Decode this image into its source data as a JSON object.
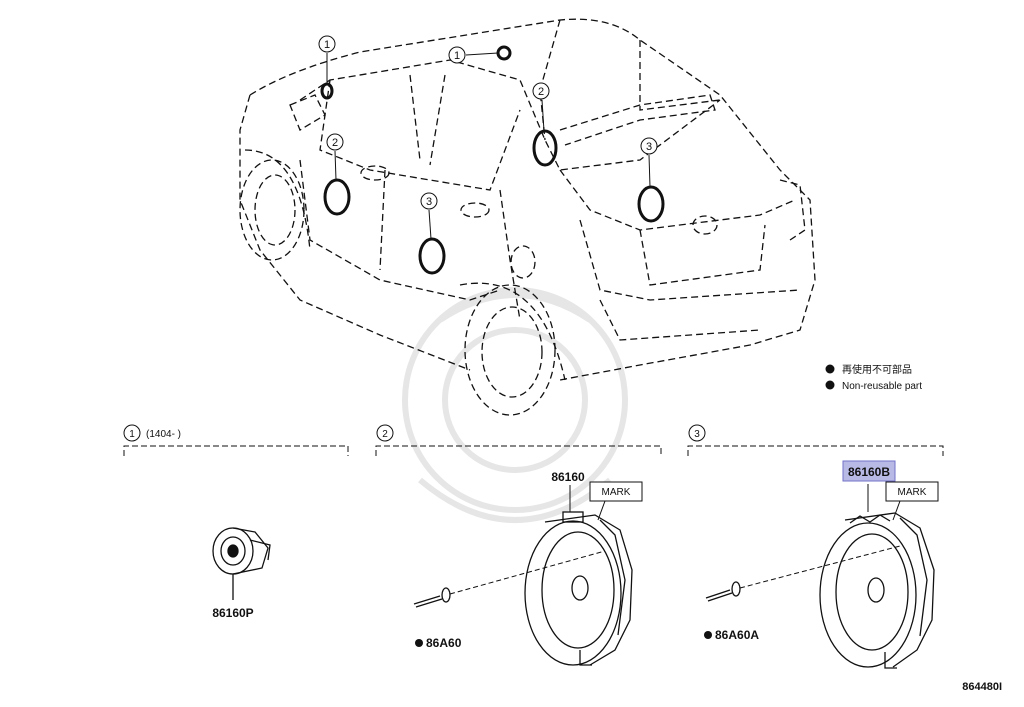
{
  "callouts": {
    "c1": "1",
    "c2": "2",
    "c3": "3"
  },
  "legend": {
    "line_jp": "再使用不可部品",
    "line_en": "Non-reusable part"
  },
  "sections": {
    "s1": {
      "number": "1",
      "range": "(1404-      )"
    },
    "s2": {
      "number": "2"
    },
    "s3": {
      "number": "3"
    }
  },
  "parts": {
    "tweeter": "86160P",
    "speaker_front": "86160",
    "screw_front": "86A60",
    "speaker_rear": "86160B",
    "screw_rear": "86A60A",
    "mark_front": "MARK",
    "mark_rear": "MARK"
  },
  "diagram_id": "864480I",
  "colors": {
    "line": "#111111",
    "highlight": "#b9b9e6",
    "watermark": "#e9e9e9"
  }
}
